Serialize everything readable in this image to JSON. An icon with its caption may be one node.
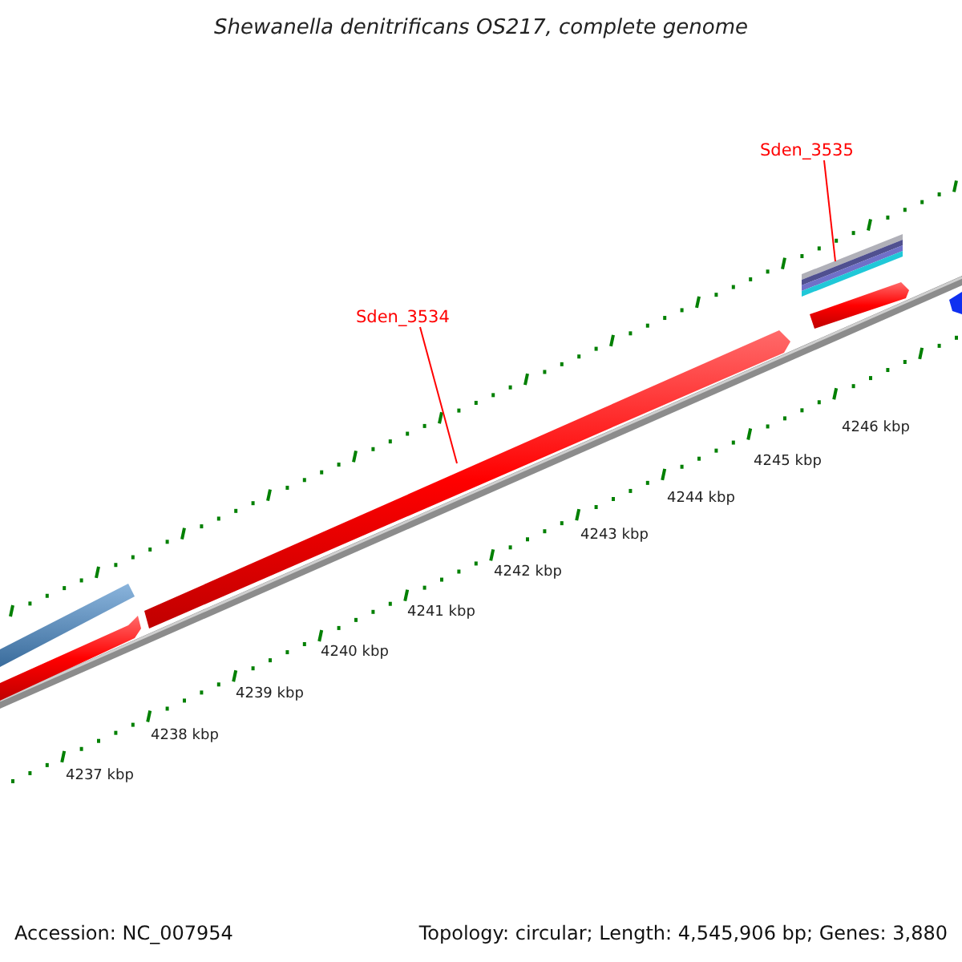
{
  "diagram": {
    "title": "Shewanella denitrificans OS217, complete genome",
    "nodes": [
      {
        "text": [
          "Sden_3534"
        ]
      },
      {
        "text": [],
        "shape": "bar"
      },
      {
        "text": [
          "Sden_3535"
        ]
      },
      {
        "text": [],
        "shape": "bar"
      },
      {
        "text": [],
        "shape": "bar"
      },
      {
        "text": [],
        "shape": "bar"
      },
      {
        "text": [],
        "shape": "bar"
      },
      {
        "text": [],
        "shape": "bar"
      }
    ],
    "edges": [
      {
        "from": 0,
        "to": 1,
        "arrow": "none",
        "color": "#ff0000"
      },
      {
        "from": 2,
        "to": 3,
        "arrow": "none",
        "color": "#ff0000"
      }
    ],
    "labels": [
      "4237 kbp",
      "4238 kbp",
      "4239 kbp",
      "4240 kbp",
      "4241 kbp",
      "4242 kbp",
      "4243 kbp",
      "4244 kbp",
      "4245 kbp",
      "4246 kbp",
      "Accession: NC_007954",
      "Topology: circular; Length: 4,545,906 bp; Genes: 3,880"
    ]
  }
}
